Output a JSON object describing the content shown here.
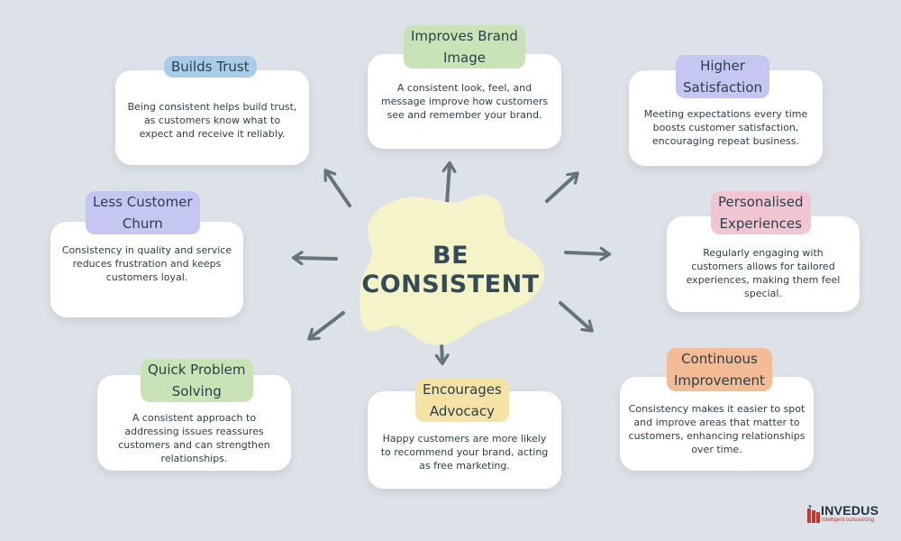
{
  "center": {
    "line1": "BE",
    "line2": "CONSISTENT"
  },
  "cards": {
    "builds_trust": {
      "title": "Builds Trust",
      "text": "Being consistent helps build trust, as customers know what to expect and receive it reliably."
    },
    "brand_image": {
      "title_line1": "Improves Brand",
      "title_line2": "Image",
      "text": "A consistent look, feel, and message improve how customers see and remember your brand."
    },
    "satisfaction": {
      "title_line1": "Higher",
      "title_line2": "Satisfaction",
      "text": "Meeting expectations every time boosts customer satisfaction, encouraging repeat business."
    },
    "churn": {
      "title_line1": "Less Customer",
      "title_line2": "Churn",
      "text": "Consistency in quality and service reduces frustration and keeps customers loyal."
    },
    "personalised": {
      "title_line1": "Personalised",
      "title_line2": "Experiences",
      "text": "Regularly engaging with customers allows for tailored experiences, making them feel special."
    },
    "problem_solving": {
      "title_line1": "Quick Problem",
      "title_line2": "Solving",
      "text": "A consistent approach to addressing issues reassures customers and can strengthen relationships."
    },
    "advocacy": {
      "title_line1": "Encourages",
      "title_line2": "Advocacy",
      "text": "Happy customers are more likely to recommend your brand, acting as free marketing."
    },
    "improvement": {
      "title_line1": "Continuous",
      "title_line2": "Improvement",
      "text": "Consistency makes it easier to spot and improve areas that matter to customers, enhancing relationships over time."
    }
  },
  "logo": {
    "name": "INVEDUS",
    "tagline": "intelligent outsourcing"
  },
  "colors": {
    "background": "#dde2e8",
    "blob": "#f4f4c8",
    "arrow": "#65737d",
    "tag_blue": "#a8cde8",
    "tag_green": "#c9e3b6",
    "tag_lavender": "#c6c6f2",
    "tag_pink": "#f2c5d3",
    "tag_yellow": "#f5e3a6",
    "tag_orange": "#f3bc94",
    "logo_red": "#c0392b"
  }
}
